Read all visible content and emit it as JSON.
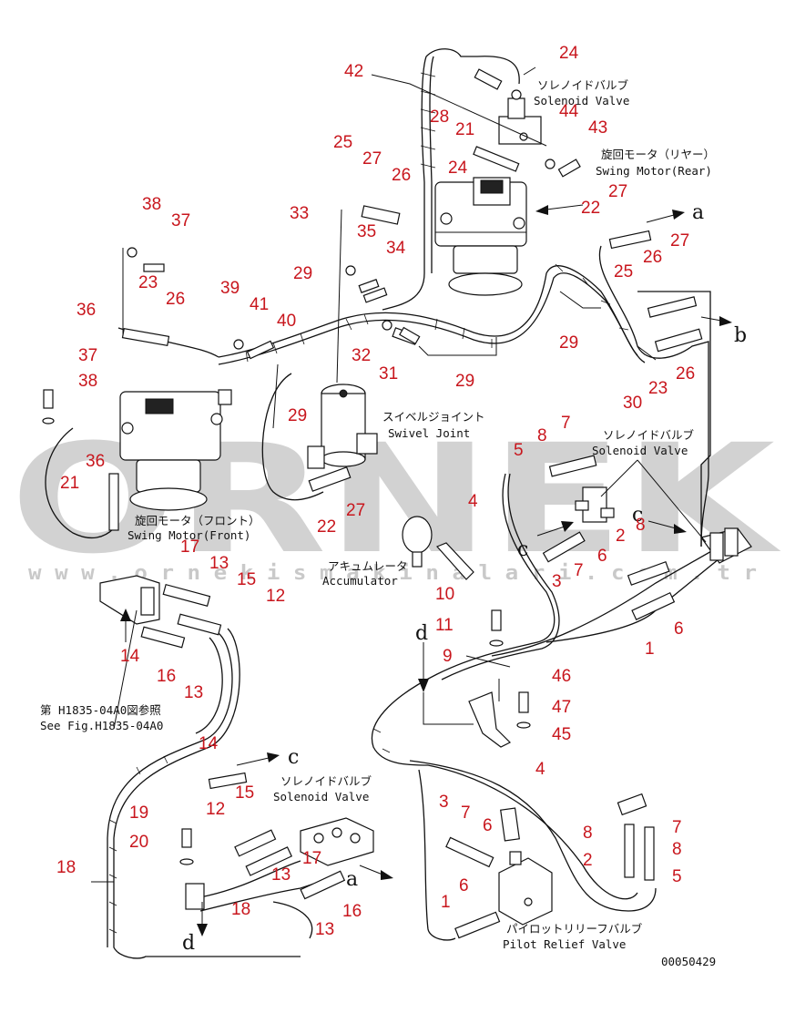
{
  "watermark": {
    "brand": "ORNEK",
    "url": "w w w . o r n e k i s m a k i n a l a r i . c o m . t r",
    "color": "#c8c8c8"
  },
  "accent_color": "#c8161d",
  "drawing_number": "00050429",
  "labels": {
    "solenoid_top": [
      "ソレノイドバルブ",
      "Solenoid Valve"
    ],
    "swing_rear": [
      "旋回モータ（リヤー）",
      "Swing Motor(Rear)"
    ],
    "swivel": [
      "スイベルジョイント",
      "Swivel Joint"
    ],
    "solenoid_mid": [
      "ソレノイドバルブ",
      "Solenoid Valve"
    ],
    "swing_front": [
      "旋回モータ（フロント）",
      "Swing Motor(Front)"
    ],
    "accumulator": [
      "アキュムレータ",
      "Accumulator"
    ],
    "see_fig": [
      "第 H1835-04A0図参照",
      "See Fig.H1835-04A0"
    ],
    "solenoid_bottom": [
      "ソレノイドバルブ",
      "Solenoid Valve"
    ],
    "pilot_relief": [
      "パイロットリリーフバルブ",
      "Pilot Relief Valve"
    ]
  },
  "flow_letters": [
    "a",
    "b",
    "c",
    "c",
    "b",
    "d",
    "d",
    "a",
    "c"
  ],
  "callouts": [
    {
      "id": "c24a",
      "n": "24"
    },
    {
      "id": "c42",
      "n": "42"
    },
    {
      "id": "c28",
      "n": "28"
    },
    {
      "id": "c21a",
      "n": "21"
    },
    {
      "id": "c44",
      "n": "44"
    },
    {
      "id": "c43",
      "n": "43"
    },
    {
      "id": "c24b",
      "n": "24"
    },
    {
      "id": "c25a",
      "n": "25"
    },
    {
      "id": "c27a",
      "n": "27"
    },
    {
      "id": "c26a",
      "n": "26"
    },
    {
      "id": "c35",
      "n": "35"
    },
    {
      "id": "c34",
      "n": "34"
    },
    {
      "id": "c33",
      "n": "33"
    },
    {
      "id": "c27b",
      "n": "27"
    },
    {
      "id": "c22a",
      "n": "22"
    },
    {
      "id": "c27c",
      "n": "27"
    },
    {
      "id": "c26b",
      "n": "26"
    },
    {
      "id": "c25b",
      "n": "25"
    },
    {
      "id": "c38a",
      "n": "38"
    },
    {
      "id": "c37a",
      "n": "37"
    },
    {
      "id": "c23a",
      "n": "23"
    },
    {
      "id": "c26c",
      "n": "26"
    },
    {
      "id": "c29a",
      "n": "29"
    },
    {
      "id": "c39",
      "n": "39"
    },
    {
      "id": "c41",
      "n": "41"
    },
    {
      "id": "c40",
      "n": "40"
    },
    {
      "id": "c36a",
      "n": "36"
    },
    {
      "id": "c37b",
      "n": "37"
    },
    {
      "id": "c38b",
      "n": "38"
    },
    {
      "id": "c36b",
      "n": "36"
    },
    {
      "id": "c32",
      "n": "32"
    },
    {
      "id": "c31",
      "n": "31"
    },
    {
      "id": "c29b",
      "n": "29"
    },
    {
      "id": "c29c",
      "n": "29"
    },
    {
      "id": "c29d",
      "n": "29"
    },
    {
      "id": "c30",
      "n": "30"
    },
    {
      "id": "c23b",
      "n": "23"
    },
    {
      "id": "c26d",
      "n": "26"
    },
    {
      "id": "c21b",
      "n": "21"
    },
    {
      "id": "c22b",
      "n": "22"
    },
    {
      "id": "c27d",
      "n": "27"
    },
    {
      "id": "c8a",
      "n": "8"
    },
    {
      "id": "c7a",
      "n": "7"
    },
    {
      "id": "c5a",
      "n": "5"
    },
    {
      "id": "c4a",
      "n": "4"
    },
    {
      "id": "c2a",
      "n": "2"
    },
    {
      "id": "c8b",
      "n": "8"
    },
    {
      "id": "c6a",
      "n": "6"
    },
    {
      "id": "c7b",
      "n": "7"
    },
    {
      "id": "c3a",
      "n": "3"
    },
    {
      "id": "c17a",
      "n": "17"
    },
    {
      "id": "c13a",
      "n": "13"
    },
    {
      "id": "c15a",
      "n": "15"
    },
    {
      "id": "c12a",
      "n": "12"
    },
    {
      "id": "c14a",
      "n": "14"
    },
    {
      "id": "c16a",
      "n": "16"
    },
    {
      "id": "c13b",
      "n": "13"
    },
    {
      "id": "c10",
      "n": "10"
    },
    {
      "id": "c11",
      "n": "11"
    },
    {
      "id": "c9",
      "n": "9"
    },
    {
      "id": "c6b",
      "n": "6"
    },
    {
      "id": "c1a",
      "n": "1"
    },
    {
      "id": "c46",
      "n": "46"
    },
    {
      "id": "c47",
      "n": "47"
    },
    {
      "id": "c45",
      "n": "45"
    },
    {
      "id": "c14b",
      "n": "14"
    },
    {
      "id": "c4b",
      "n": "4"
    },
    {
      "id": "c15b",
      "n": "15"
    },
    {
      "id": "c12b",
      "n": "12"
    },
    {
      "id": "c19",
      "n": "19"
    },
    {
      "id": "c20",
      "n": "20"
    },
    {
      "id": "c18a",
      "n": "18"
    },
    {
      "id": "c17b",
      "n": "17"
    },
    {
      "id": "c13c",
      "n": "13"
    },
    {
      "id": "c18b",
      "n": "18"
    },
    {
      "id": "c16b",
      "n": "16"
    },
    {
      "id": "c13d",
      "n": "13"
    },
    {
      "id": "c3b",
      "n": "3"
    },
    {
      "id": "c7c",
      "n": "7"
    },
    {
      "id": "c6c",
      "n": "6"
    },
    {
      "id": "c6d",
      "n": "6"
    },
    {
      "id": "c8c",
      "n": "8"
    },
    {
      "id": "c7d",
      "n": "7"
    },
    {
      "id": "c8d",
      "n": "8"
    },
    {
      "id": "c2b",
      "n": "2"
    },
    {
      "id": "c5b",
      "n": "5"
    },
    {
      "id": "c1b",
      "n": "1"
    }
  ]
}
